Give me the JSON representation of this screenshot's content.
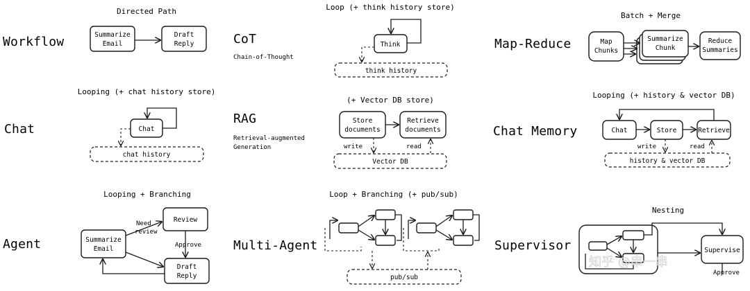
{
  "colors": {
    "ink": "#1a1a1a",
    "background": "#ffffff",
    "watermark": "#bbbbbb"
  },
  "patterns": {
    "workflow": {
      "name": "Workflow",
      "caption": "Directed Path",
      "nodes": [
        "Summarize Email",
        "Draft Reply"
      ]
    },
    "chat": {
      "name": "Chat",
      "caption": "Looping (+ chat history store)",
      "node": "Chat",
      "store": "chat history"
    },
    "agent": {
      "name": "Agent",
      "caption": "Looping + Branching",
      "nodes": [
        "Summarize Email",
        "Review",
        "Draft Reply"
      ],
      "edge_need_review": "Need review",
      "edge_approve": "Approve"
    },
    "cot": {
      "name": "CoT",
      "subtitle": "Chain-of-Thought",
      "caption": "Loop (+ think history store)",
      "node": "Think",
      "store": "think history"
    },
    "rag": {
      "name": "RAG",
      "subtitle": "Retrieval-augmented Generation",
      "caption": "(+ Vector DB store)",
      "nodes": [
        "Store documents",
        "Retrieve documents"
      ],
      "store": "Vector DB",
      "edge_write": "write",
      "edge_read": "read"
    },
    "multi_agent": {
      "name": "Multi-Agent",
      "caption": "Loop + Branching (+ pub/sub)",
      "store": "pub/sub"
    },
    "map_reduce": {
      "name": "Map-Reduce",
      "caption": "Batch + Merge",
      "nodes": [
        "Map Chunks",
        "Summarize Chunk",
        "Reduce Summaries"
      ]
    },
    "chat_memory": {
      "name": "Chat Memory",
      "caption": "Looping (+ history & vector DB)",
      "nodes": [
        "Chat",
        "Store",
        "Retrieve"
      ],
      "store": "history & vector DB",
      "edge_write": "write",
      "edge_read": "read"
    },
    "supervisor": {
      "name": "Supervisor",
      "caption": "Nesting",
      "node": "Supervise",
      "edge_approve": "Approve"
    }
  },
  "watermark": "知乎 @串一串"
}
